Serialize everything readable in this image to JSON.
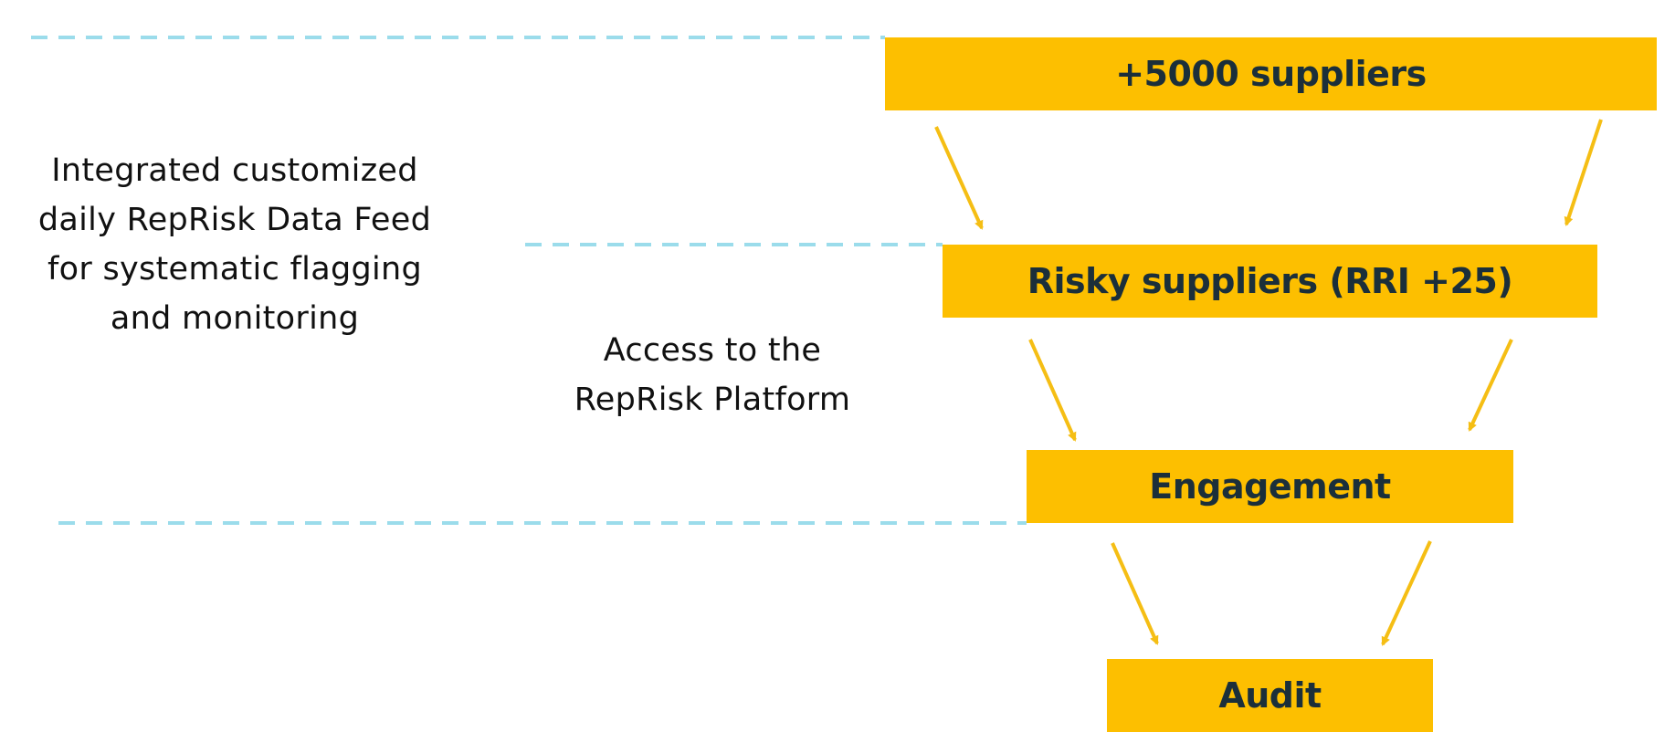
{
  "colors": {
    "box_fill": "#FDBF00",
    "box_text": "#1B2F3A",
    "arrow": "#F5BE14",
    "dashed_line": "#9BDCEB",
    "note_text": "#111111"
  },
  "funnel": {
    "levels": [
      {
        "label": "+5000 suppliers"
      },
      {
        "label": "Risky suppliers (RRI +25)"
      },
      {
        "label": "Engagement"
      },
      {
        "label": "Audit"
      }
    ]
  },
  "notes": {
    "data_feed": {
      "lines": [
        "Integrated customized",
        "daily RepRisk Data Feed",
        "for systematic flagging",
        "and monitoring"
      ]
    },
    "platform": {
      "lines": [
        "Access to the",
        "RepRisk Platform"
      ]
    }
  }
}
